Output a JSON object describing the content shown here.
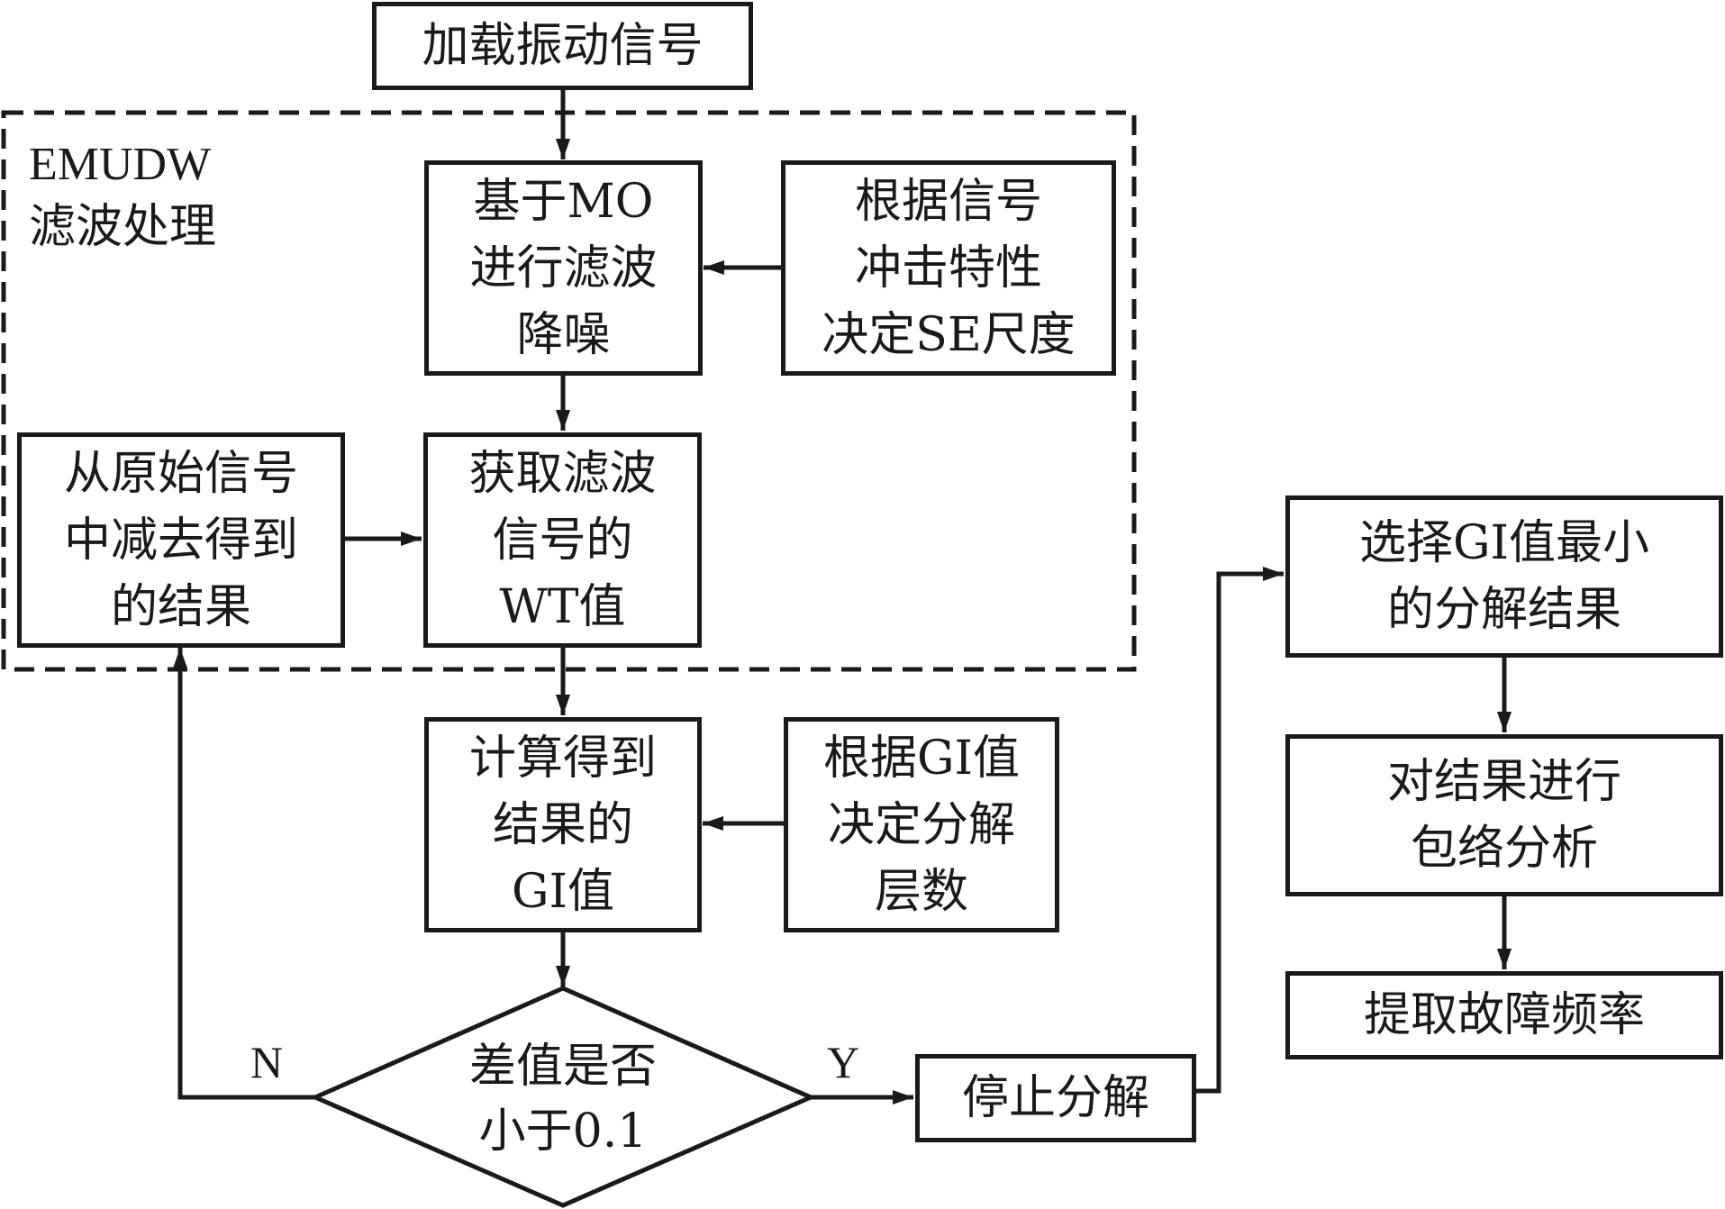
{
  "diagram": {
    "group": {
      "label": "EMUDW\n滤波处理"
    },
    "nodes": {
      "load_signal": "加载振动信号",
      "mo_filter": "基于MO\n进行滤波\n降噪",
      "se_scale": "根据信号\n冲击特性\n决定SE尺度",
      "subtract": "从原始信号\n中减去得到\n的结果",
      "wt_value": "获取滤波\n信号的\nWT值",
      "gi_compute": "计算得到\n结果的\nGI值",
      "gi_levels": "根据GI值\n决定分解\n层数",
      "decision": "差值是否\n小于0.1",
      "stop": "停止分解",
      "select_min": "选择GI值最小\n的分解结果",
      "envelope": "对结果进行\n包络分析",
      "extract": "提取故障频率"
    },
    "edge_labels": {
      "no": "N",
      "yes": "Y"
    },
    "colors": {
      "stroke": "#1a1a1a",
      "background": "#ffffff"
    }
  }
}
